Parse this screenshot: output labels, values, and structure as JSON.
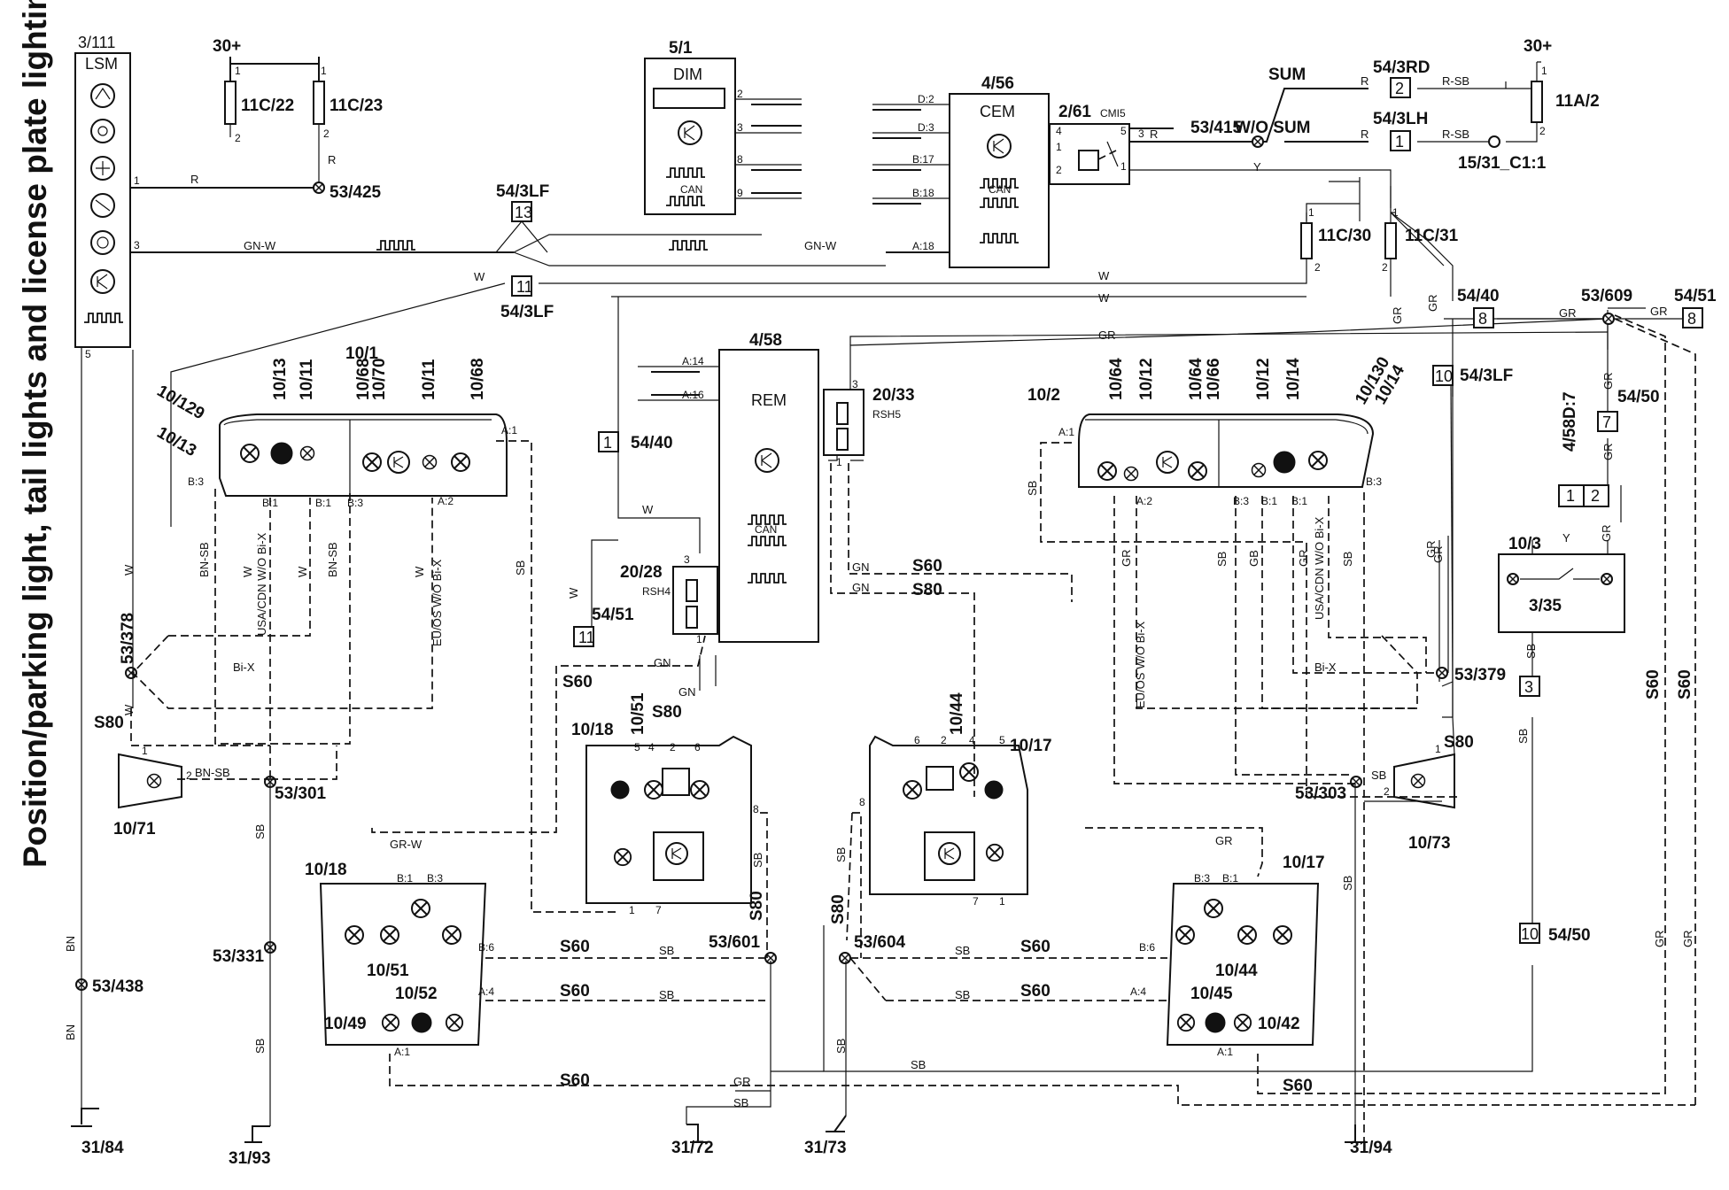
{
  "title": "Position/parking light, tail lights and license plate lighting",
  "components": {
    "lsm_id": "3/111",
    "lsm": "LSM",
    "dim_id": "5/1",
    "dim": "DIM",
    "cem_id": "4/56",
    "cem": "CEM",
    "rem_id": "4/58",
    "rem": "REM",
    "relay_id": "2/61",
    "relay_sub": "CMI5",
    "can": "CAN",
    "rsh5_id": "20/33",
    "rsh5": "RSH5",
    "rsh4_id": "20/28",
    "rsh4": "RSH4",
    "headlamp_left": "10/1",
    "headlamp_right": "10/2",
    "taillamp_left": "10/18",
    "taillamp_right": "10/17",
    "switch_id": "10/3",
    "switch_sub": "3/35",
    "plate_left": "10/71",
    "plate_right": "10/73"
  },
  "fuses": {
    "f22": "11C/22",
    "f23": "11C/23",
    "f30": "11C/30",
    "f31": "11C/31",
    "fa2": "11A/2",
    "b30": "30+",
    "sum": "SUM",
    "wosum": "W/O SUM"
  },
  "splices": {
    "s425": "53/425",
    "s415": "53/415",
    "s609": "53/609",
    "s378": "53/378",
    "s379": "53/379",
    "s301": "53/301",
    "s303": "53/303",
    "s331": "53/331",
    "s438": "53/438",
    "s601": "53/601",
    "s604": "53/604",
    "c1531": "15/31_C1:1"
  },
  "connectors": {
    "c3lf": "54/3LF",
    "c3rd": "54/3RD",
    "c3lh": "54/3LH",
    "c40": "54/40",
    "c51": "54/51",
    "c50": "54/50",
    "d7": "4/58D:7",
    "n13": "13",
    "n11": "11",
    "n2": "2",
    "n1": "1",
    "n8": "8",
    "n10": "10",
    "n7": "7",
    "n3": "3"
  },
  "grounds": {
    "g84": "31/84",
    "g93": "31/93",
    "g72": "31/72",
    "g73": "31/73",
    "g94": "31/94"
  },
  "bulbs": {
    "b129": "10/129",
    "b13": "10/13",
    "b13b": "10/13",
    "b11a": "10/11",
    "b68": "10/68",
    "b70": "10/70",
    "b11b": "10/11",
    "b68b": "10/68",
    "b64": "10/64",
    "b12": "10/12",
    "b64b": "10/64",
    "b66": "10/66",
    "b12b": "10/12",
    "b14": "10/14",
    "b130": "10/130",
    "b14b": "10/14",
    "b51": "10/51",
    "b44": "10/44",
    "b51b": "10/51",
    "b44b": "10/44",
    "b52": "10/52",
    "b49": "10/49",
    "b45": "10/45",
    "b42": "10/42",
    "b18x": "10/18",
    "b17x": "10/17"
  },
  "wires": {
    "r": "R",
    "gnw": "GN-W",
    "w": "W",
    "gr": "GR",
    "y": "Y",
    "rsb": "R-SB",
    "sb": "SB",
    "gn": "GN",
    "bn": "BN",
    "bnsb": "BN-SB",
    "bix": "Bi-X",
    "grw": "GR-W",
    "gb": "GB",
    "usacdn": "USA/CDN W/O Bi-X",
    "euos": "EU/OS W/O Bi-X",
    "s60": "S60",
    "s80": "S80"
  },
  "pins": {
    "p1": "1",
    "p2": "2",
    "p3": "3",
    "p4": "4",
    "p5": "5",
    "p6": "6",
    "p7": "7",
    "p8": "8",
    "p9": "9",
    "d2": "D:2",
    "d3": "D:3",
    "b17": "B:17",
    "b18": "B:18",
    "a18": "A:18",
    "a14": "A:14",
    "a16": "A:16",
    "a1": "A:1",
    "a2": "A:2",
    "a4": "A:4",
    "b1": "B:1",
    "b3": "B:3",
    "b6": "B:6"
  }
}
